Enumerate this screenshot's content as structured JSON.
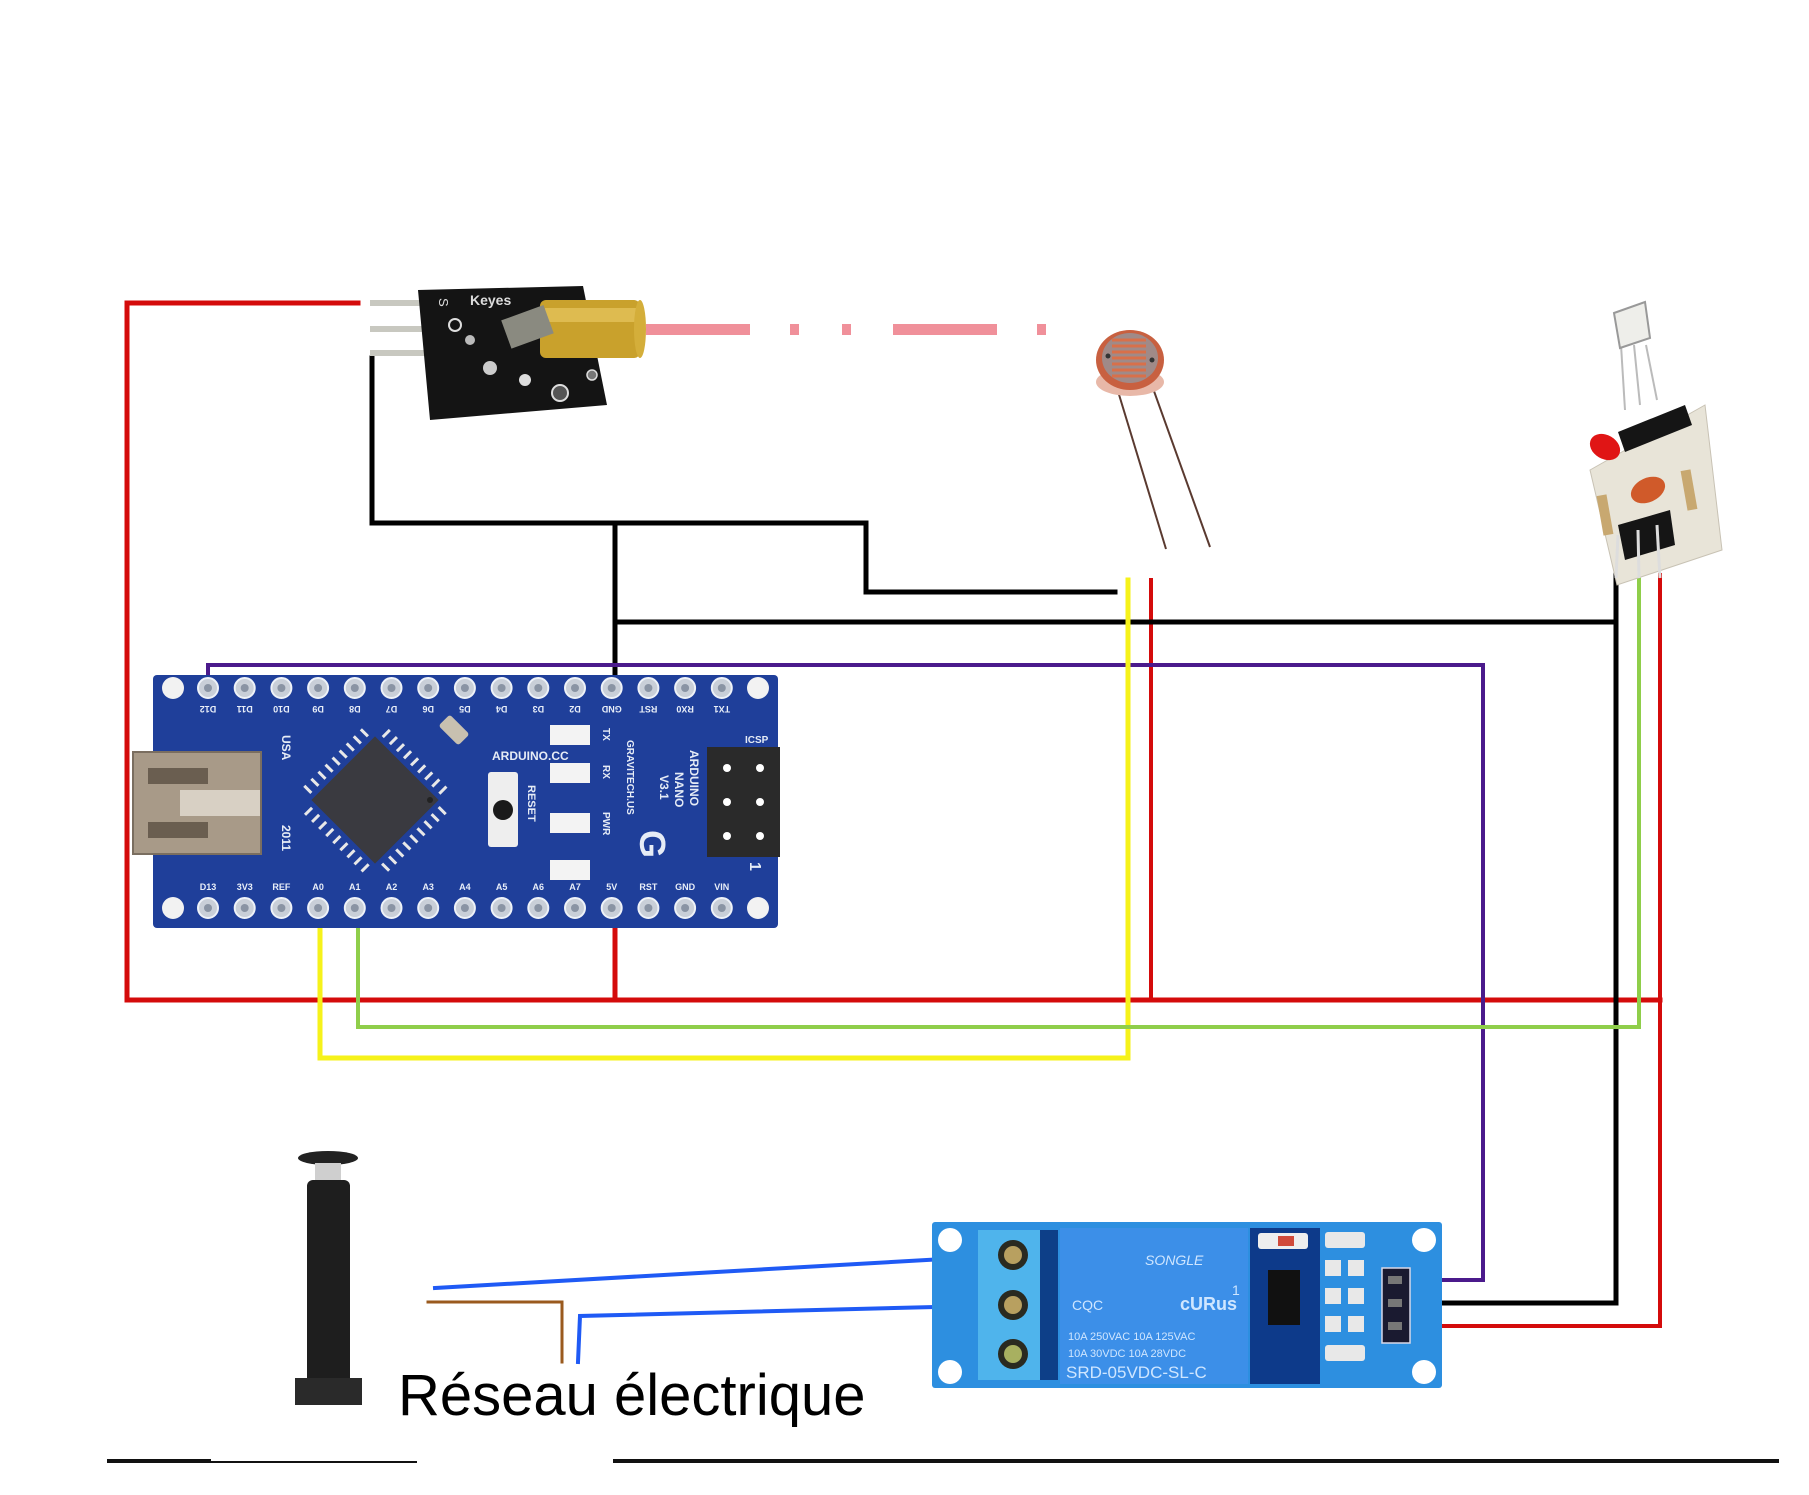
{
  "diagram": {
    "caption": "Réseau électrique",
    "colors": {
      "wire_red": "#d40b0b",
      "wire_black": "#000000",
      "wire_purple": "#4b1a8c",
      "wire_yellow": "#f6f21a",
      "wire_green": "#8fce4a",
      "wire_blue": "#1f5af5",
      "wire_brown": "#9a5a1e",
      "laser_beam": "#f0909a",
      "nano_pcb": "#1f3f9a",
      "relay_pcb": "#2d8fe0"
    },
    "components": {
      "laser_module": {
        "name": "Laser module KY-008",
        "brand_label": "Keyes",
        "pin_label": "S"
      },
      "photoresistor": {
        "name": "LDR photoresistor"
      },
      "laser_receiver": {
        "name": "Laser receiver module"
      },
      "arduino_nano": {
        "name": "Arduino Nano",
        "top_pins": [
          "D12",
          "D11",
          "D10",
          "D9",
          "D8",
          "D7",
          "D6",
          "D5",
          "D4",
          "D3",
          "D2",
          "GND",
          "RST",
          "RX0",
          "TX1"
        ],
        "bottom_pins": [
          "D13",
          "3V3",
          "REF",
          "A0",
          "A1",
          "A2",
          "A3",
          "A4",
          "A5",
          "A6",
          "A7",
          "5V",
          "RST",
          "GND",
          "VIN"
        ],
        "silk_texts": [
          "ARDUINO.CC",
          "RESET",
          "USA",
          "2011",
          "ARDUINO",
          "NANO",
          "V3.1",
          "GRAVITECH.US",
          "ICSP",
          "TX",
          "RX",
          "PWR",
          "1",
          "G"
        ]
      },
      "relay_module": {
        "name": "Relay module",
        "brand": "SONGLE",
        "rating_lines": [
          "10A 250VAC  10A 125VAC",
          "10A 30VDC   10A 28VDC"
        ],
        "model": "SRD-05VDC-SL-C",
        "marks": [
          "CQC",
          "cURus",
          "1"
        ]
      },
      "lamp": {
        "name": "Lamp / load"
      }
    },
    "connections": [
      {
        "from": "laser_module.S",
        "to": "5V rail",
        "color": "red"
      },
      {
        "from": "laser_module.GND",
        "to": "arduino_nano.GND",
        "color": "black"
      },
      {
        "from": "photoresistor",
        "to": "arduino_nano.A0",
        "color": "yellow"
      },
      {
        "from": "laser_receiver.OUT",
        "to": "arduino_nano.A1",
        "color": "green"
      },
      {
        "from": "arduino_nano.D12",
        "to": "relay_module.IN",
        "color": "purple"
      },
      {
        "from": "arduino_nano.5V",
        "to": "relay_module.VCC",
        "color": "red"
      },
      {
        "from": "arduino_nano.GND",
        "to": "relay_module.GND",
        "color": "black"
      },
      {
        "from": "relay_module.COM/NO",
        "to": "mains + lamp",
        "color": "blue"
      }
    ]
  }
}
